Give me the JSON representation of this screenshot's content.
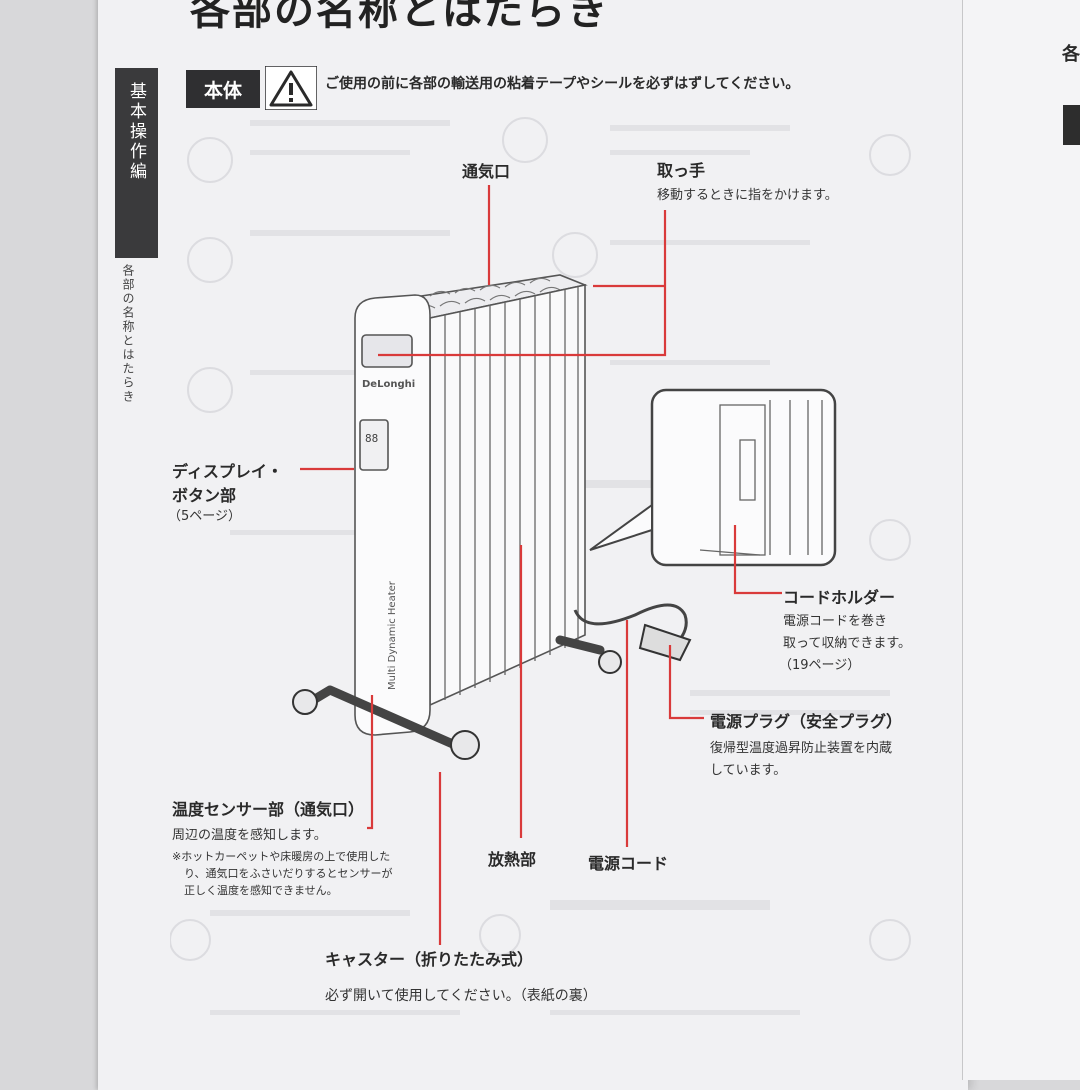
{
  "page": {
    "title": "各部の名称とはたらき",
    "side_tab": "基本操作編",
    "side_sub": "各部の名称とはたらき",
    "right_page_fragment": "各"
  },
  "section": {
    "badge": "本体",
    "warning_note": "ご使用の前に各部の輸送用の粘着テープやシールを必ずはずしてください。"
  },
  "product": {
    "brand_logo": "DeLonghi",
    "model_text": "Multi Dynamic Heater",
    "display_digits": "88"
  },
  "parts": {
    "vent": {
      "label": "通気口"
    },
    "handle": {
      "label": "取っ手",
      "desc": "移動するときに指をかけます。"
    },
    "display_buttons": {
      "label_line1": "ディスプレイ・",
      "label_line2": "ボタン部",
      "ref": "（5ページ）"
    },
    "cord_holder": {
      "label": "コードホルダー",
      "desc_line1": "電源コードを巻き",
      "desc_line2": "取って収納できます。",
      "ref": "（19ページ）"
    },
    "power_plug": {
      "label": "電源プラグ（安全プラグ）",
      "desc_line1": "復帰型温度過昇防止装置を内蔵",
      "desc_line2": "しています。"
    },
    "temp_sensor": {
      "label": "温度センサー部（通気口）",
      "desc": "周辺の温度を感知します。",
      "note_line1": "※ホットカーペットや床暖房の上で使用した",
      "note_line2": "り、通気口をふさいだりするとセンサーが",
      "note_line3": "正しく温度を感知できません。"
    },
    "radiator": {
      "label": "放熱部"
    },
    "power_cord": {
      "label": "電源コード"
    },
    "caster": {
      "label": "キャスター（折りたたみ式）",
      "desc": "必ず開いて使用してください。（表紙の裏）"
    }
  },
  "colors": {
    "accent_red": "#d93a3a",
    "tab_dark": "#3a3a3c"
  }
}
